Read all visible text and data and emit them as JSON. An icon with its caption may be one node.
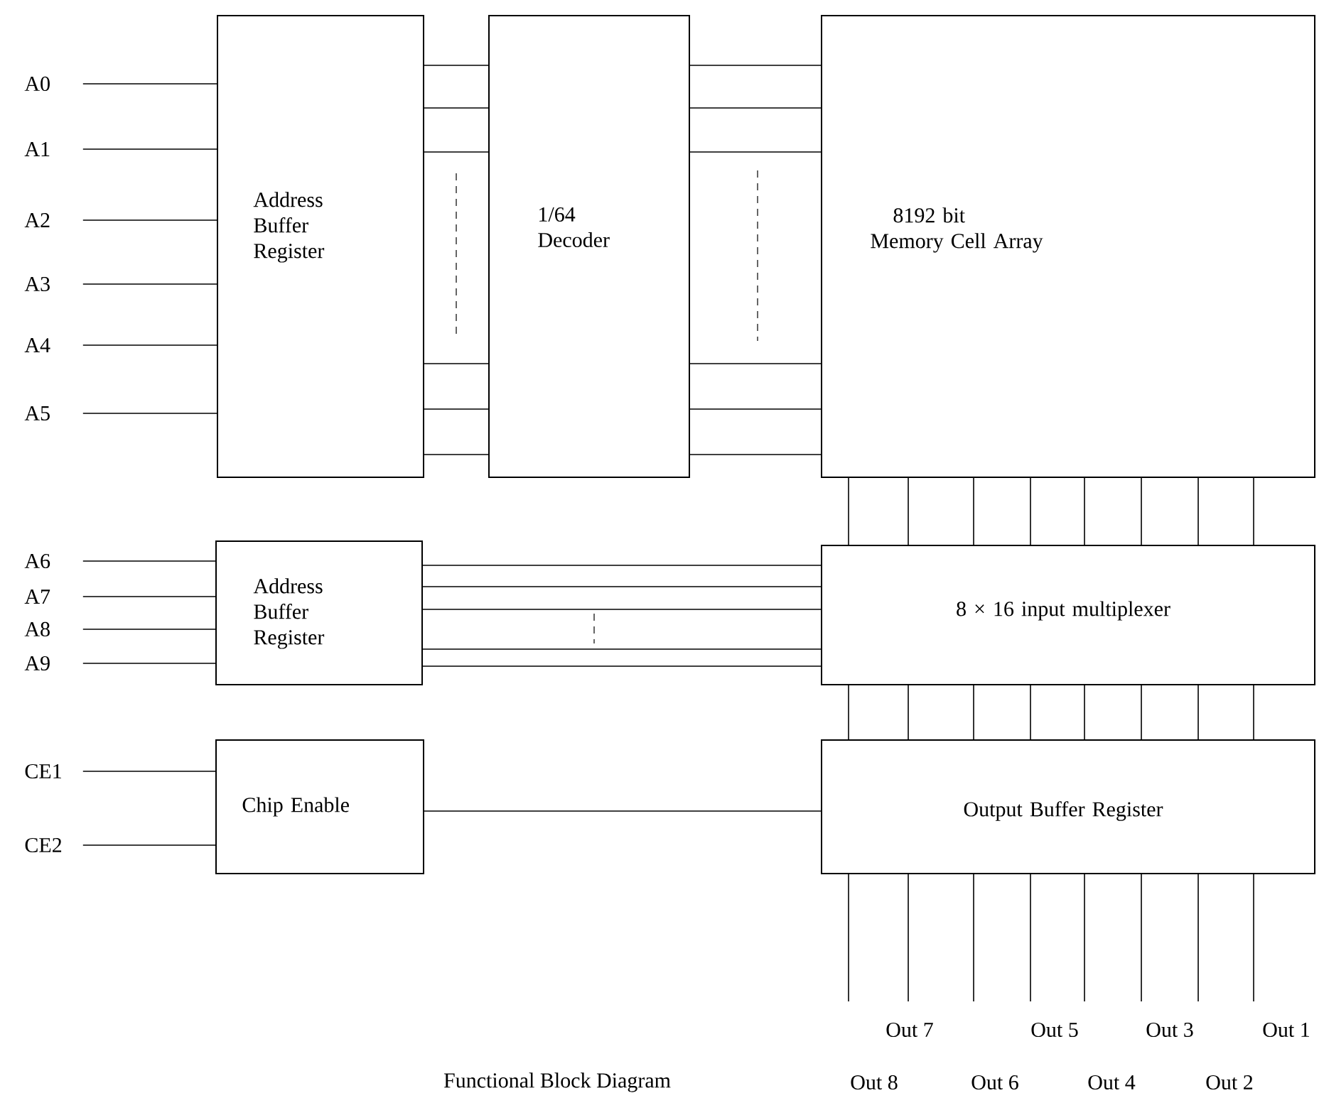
{
  "diagram": {
    "caption": "Functional Block Diagram",
    "nodes": [
      {
        "text": [
          "A0"
        ]
      },
      {
        "text": [
          "A1"
        ]
      },
      {
        "text": [
          "A2"
        ]
      },
      {
        "text": [
          "A3"
        ]
      },
      {
        "text": [
          "A4"
        ]
      },
      {
        "text": [
          "A5"
        ]
      },
      {
        "text": [
          "Address Buffer Register"
        ]
      },
      {
        "text": [
          "1/64 Decoder"
        ]
      },
      {
        "text": [
          "8192 bit Memory Cell Array"
        ]
      },
      {
        "text": [
          "A6"
        ]
      },
      {
        "text": [
          "A7"
        ]
      },
      {
        "text": [
          "A8"
        ]
      },
      {
        "text": [
          "A9"
        ]
      },
      {
        "text": [
          "Address Buffer Register"
        ]
      },
      {
        "text": [
          "8 × 16 input multiplexer"
        ]
      },
      {
        "text": [
          "CE1"
        ]
      },
      {
        "text": [
          "CE2"
        ]
      },
      {
        "text": [
          "Chip Enable"
        ]
      },
      {
        "text": [
          "Output Buffer Register"
        ]
      }
    ],
    "edges": [
      {
        "from": 0,
        "to": 6,
        "arrow": "none"
      },
      {
        "from": 1,
        "to": 6,
        "arrow": "none"
      },
      {
        "from": 2,
        "to": 6,
        "arrow": "none"
      },
      {
        "from": 3,
        "to": 6,
        "arrow": "none"
      },
      {
        "from": 4,
        "to": 6,
        "arrow": "none"
      },
      {
        "from": 5,
        "to": 6,
        "arrow": "none"
      },
      {
        "from": 6,
        "to": 7,
        "arrow": "none"
      },
      {
        "from": 6,
        "to": 7,
        "arrow": "none"
      },
      {
        "from": 6,
        "to": 7,
        "arrow": "none"
      },
      {
        "from": 6,
        "to": 7,
        "arrow": "none"
      },
      {
        "from": 6,
        "to": 7,
        "arrow": "none"
      },
      {
        "from": 6,
        "to": 7,
        "arrow": "none"
      },
      {
        "from": 7,
        "to": 8,
        "arrow": "none"
      },
      {
        "from": 7,
        "to": 8,
        "arrow": "none"
      },
      {
        "from": 7,
        "to": 8,
        "arrow": "none"
      },
      {
        "from": 7,
        "to": 8,
        "arrow": "none"
      },
      {
        "from": 7,
        "to": 8,
        "arrow": "none"
      },
      {
        "from": 7,
        "to": 8,
        "arrow": "none"
      },
      {
        "from": 9,
        "to": 13,
        "arrow": "none"
      },
      {
        "from": 10,
        "to": 13,
        "arrow": "none"
      },
      {
        "from": 11,
        "to": 13,
        "arrow": "none"
      },
      {
        "from": 12,
        "to": 13,
        "arrow": "none"
      },
      {
        "from": 13,
        "to": 14,
        "arrow": "none"
      },
      {
        "from": 13,
        "to": 14,
        "arrow": "none"
      },
      {
        "from": 13,
        "to": 14,
        "arrow": "none"
      },
      {
        "from": 13,
        "to": 14,
        "arrow": "none"
      },
      {
        "from": 13,
        "to": 14,
        "arrow": "none"
      },
      {
        "from": 15,
        "to": 17,
        "arrow": "none"
      },
      {
        "from": 16,
        "to": 17,
        "arrow": "none"
      },
      {
        "from": 17,
        "to": 18,
        "arrow": "none"
      },
      {
        "from": 8,
        "to": 14,
        "arrow": "none"
      },
      {
        "from": 8,
        "to": 14,
        "arrow": "none"
      },
      {
        "from": 8,
        "to": 14,
        "arrow": "none"
      },
      {
        "from": 8,
        "to": 14,
        "arrow": "none"
      },
      {
        "from": 8,
        "to": 14,
        "arrow": "none"
      },
      {
        "from": 8,
        "to": 14,
        "arrow": "none"
      },
      {
        "from": 8,
        "to": 14,
        "arrow": "none"
      },
      {
        "from": 8,
        "to": 14,
        "arrow": "none"
      },
      {
        "from": 14,
        "to": 18,
        "arrow": "none"
      },
      {
        "from": 14,
        "to": 18,
        "arrow": "none"
      },
      {
        "from": 14,
        "to": 18,
        "arrow": "none"
      },
      {
        "from": 14,
        "to": 18,
        "arrow": "none"
      },
      {
        "from": 14,
        "to": 18,
        "arrow": "none"
      },
      {
        "from": 14,
        "to": 18,
        "arrow": "none"
      },
      {
        "from": 14,
        "to": 18,
        "arrow": "none"
      },
      {
        "from": 14,
        "to": 18,
        "arrow": "none"
      },
      {
        "from": 18,
        "to": null,
        "arrow": "none"
      },
      {
        "from": 18,
        "to": null,
        "arrow": "none"
      },
      {
        "from": 18,
        "to": null,
        "arrow": "none"
      },
      {
        "from": 18,
        "to": null,
        "arrow": "none"
      },
      {
        "from": 18,
        "to": null,
        "arrow": "none"
      },
      {
        "from": 18,
        "to": null,
        "arrow": "none"
      },
      {
        "from": 18,
        "to": null,
        "arrow": "none"
      },
      {
        "from": 18,
        "to": null,
        "arrow": "none"
      }
    ],
    "labels": [
      "Out 7",
      "Out 5",
      "Out 3",
      "Out 1",
      "Out 8",
      "Out 6",
      "Out 4",
      "Out 2"
    ]
  }
}
